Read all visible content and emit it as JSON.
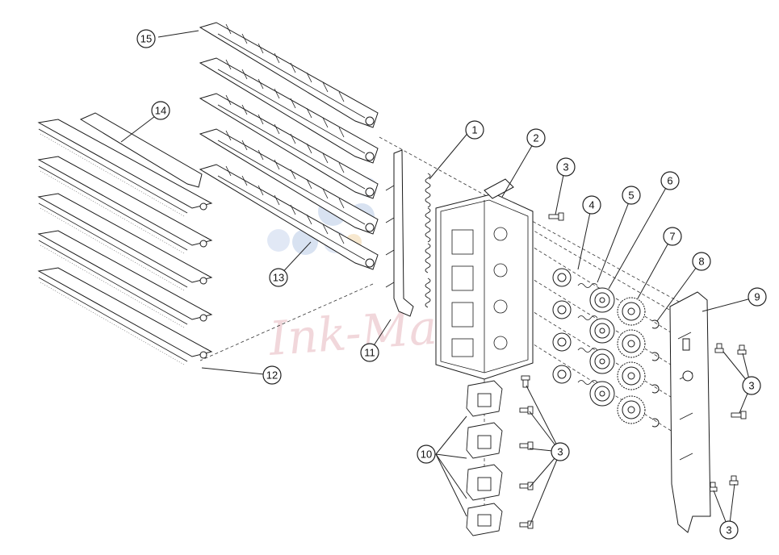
{
  "diagram": {
    "callouts": [
      {
        "id": "c1",
        "label": "1"
      },
      {
        "id": "c2",
        "label": "2"
      },
      {
        "id": "c3a",
        "label": "3"
      },
      {
        "id": "c4",
        "label": "4"
      },
      {
        "id": "c5",
        "label": "5"
      },
      {
        "id": "c6",
        "label": "6"
      },
      {
        "id": "c7",
        "label": "7"
      },
      {
        "id": "c8",
        "label": "8"
      },
      {
        "id": "c9",
        "label": "9"
      },
      {
        "id": "c10",
        "label": "10"
      },
      {
        "id": "c11",
        "label": "11"
      },
      {
        "id": "c12",
        "label": "12"
      },
      {
        "id": "c13",
        "label": "13"
      },
      {
        "id": "c14",
        "label": "14"
      },
      {
        "id": "c15",
        "label": "15"
      },
      {
        "id": "c3b",
        "label": "3"
      },
      {
        "id": "c3c",
        "label": "3"
      },
      {
        "id": "c3d",
        "label": "3"
      }
    ],
    "watermark": {
      "text": "Ink-Market",
      "colors": {
        "text": "#e7b8be",
        "dots": "#b9cbe6"
      }
    }
  }
}
